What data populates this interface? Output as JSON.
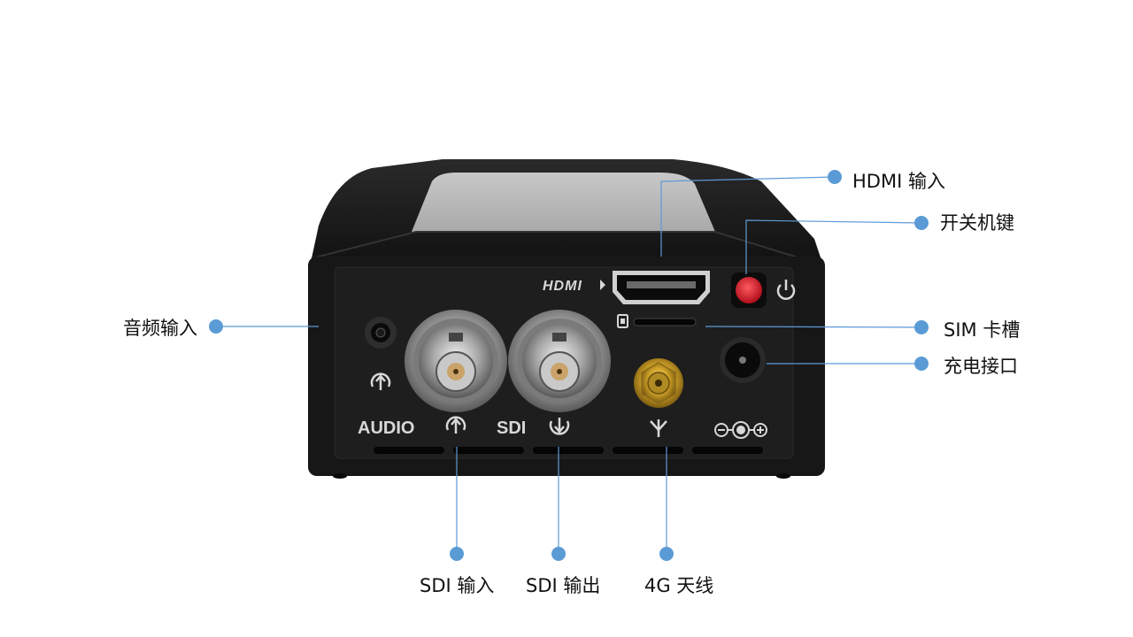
{
  "device": {
    "hdmi_logo": "HDMI",
    "audio_label": "AUDIO",
    "sdi_label": "SDI"
  },
  "callouts": {
    "hdmi_in": "HDMI 输入",
    "power_key": "开关机键",
    "sim_slot": "SIM 卡槽",
    "charge_port": "充电接口",
    "audio_in": "音频输入",
    "sdi_in": "SDI 输入",
    "sdi_out": "SDI 输出",
    "antenna": "4G 天线"
  },
  "colors": {
    "dot": "#5b9bd5",
    "line": "#5b9bd5",
    "device_body": "#1a1a1a",
    "power_button": "#e0202e"
  }
}
